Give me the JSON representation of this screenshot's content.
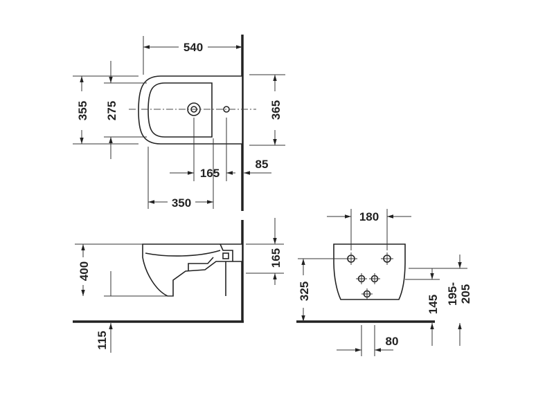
{
  "dimensions": {
    "top_width": "540",
    "top_depth_outer": "355",
    "top_depth_inner": "275",
    "top_depth_right": "365",
    "tap_hole_offset": "165",
    "wall_offset": "85",
    "bowl_front": "350",
    "side_top_height": "165",
    "side_height": "400",
    "floor_gap": "115",
    "front_bolt_spacing": "180",
    "front_height": "325",
    "front_waste_height": "145",
    "front_supply_line1": "195-",
    "front_supply_line2": "205",
    "front_offset": "80"
  },
  "colors": {
    "line": "#222222",
    "background": "#ffffff"
  }
}
